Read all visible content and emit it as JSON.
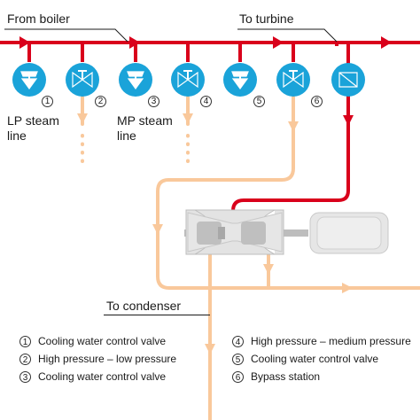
{
  "labels": {
    "from_boiler": "From boiler",
    "to_turbine": "To turbine",
    "lp_line": "LP steam line",
    "mp_line": "MP steam line",
    "to_condenser": "To condenser"
  },
  "valve_numbers": [
    "1",
    "2",
    "3",
    "4",
    "5",
    "6"
  ],
  "legend": [
    {
      "num": "1",
      "text": "Cooling water control valve"
    },
    {
      "num": "2",
      "text": "High pressure – low pressure"
    },
    {
      "num": "3",
      "text": "Cooling water control valve"
    },
    {
      "num": "4",
      "text": "High pressure – medium pressure"
    },
    {
      "num": "5",
      "text": "Cooling water control valve"
    },
    {
      "num": "6",
      "text": "Bypass station"
    }
  ],
  "colors": {
    "steam_line": "#d9001b",
    "low_pressure_line": "#f9c89b",
    "valve": "#1aa3d9",
    "turbine": "#d0d0d0"
  }
}
